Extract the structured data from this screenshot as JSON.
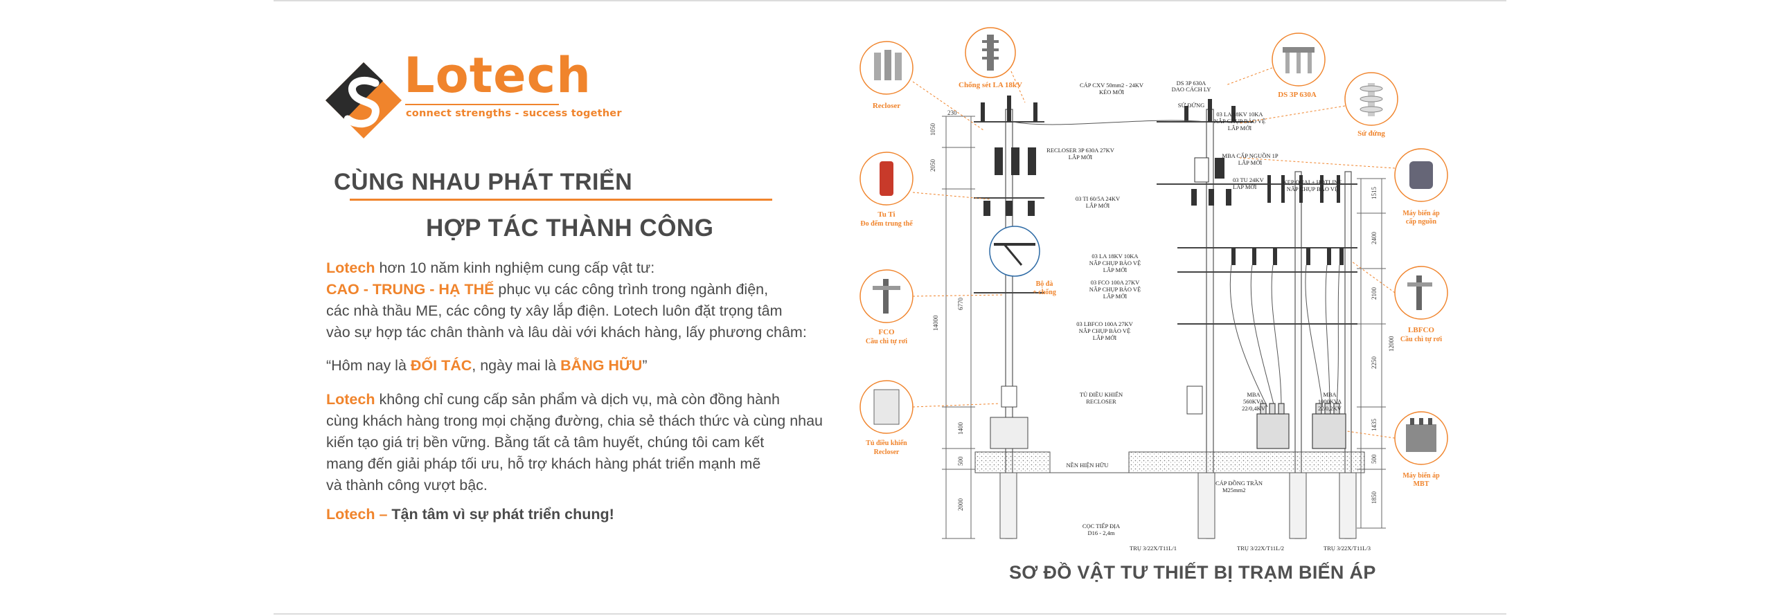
{
  "brand": {
    "name": "Lotech",
    "tagline": "connect strengths - success together",
    "colors": {
      "orange": "#f0842c",
      "dark": "#2b2b2b",
      "text": "#4a4a4a"
    }
  },
  "headings": {
    "line1": "CÙNG NHAU PHÁT TRIỂN",
    "line2": "HỢP TÁC THÀNH CÔNG"
  },
  "intro": {
    "brand": "Lotech",
    "line1_rest": " hơn 10 năm kinh nghiệm cung cấp vật tư:",
    "highlight": "CAO - TRUNG - HẠ THẾ",
    "line2_rest": " phục vụ các công trình trong ngành điện,",
    "line3": "các nhà thầu ME, các công ty xây lắp điện. Lotech luôn đặt trọng tâm",
    "line4": "vào sự hợp tác chân thành và lâu dài với khách hàng, lấy phương châm:"
  },
  "motto": {
    "part1": "“Hôm nay là ",
    "word1": "ĐỐI TÁC",
    "part2": ", ngày mai là ",
    "word2": "BẰNG HỮU",
    "part3": "”"
  },
  "para2": {
    "brand": "Lotech",
    "line1_rest": " không chỉ cung cấp sản phẩm và dịch vụ, mà còn đồng hành",
    "line2": "cùng khách hàng trong mọi chặng đường, chia sẻ thách thức và cùng nhau",
    "line3": "kiến tạo giá trị bền vững. Bằng tất cả tâm huyết, chúng tôi cam kết",
    "line4": "mang đến giải pháp tối ưu, hỗ trợ khách hàng phát triển mạnh mẽ",
    "line5": "và thành công vượt bậc."
  },
  "slogan": {
    "brand": "Lotech –",
    "rest": " Tận tâm vì sự phát triển chung!"
  },
  "diagram": {
    "title": "SƠ ĐỒ VẬT TƯ THIẾT BỊ TRẠM BIẾN ÁP",
    "callouts_left": [
      {
        "label1": "Recloser",
        "label2": ""
      },
      {
        "label1": "Chống sét LA 18kV",
        "label2": ""
      },
      {
        "label1": "Tu Ti",
        "label2": "Đo đếm trung thế"
      },
      {
        "label1": "Bộ đà",
        "label2": "+ chống"
      },
      {
        "label1": "FCO",
        "label2": "Cầu chì tự rơi"
      },
      {
        "label1": "Tủ điều khiển",
        "label2": "Recloser"
      }
    ],
    "callouts_right": [
      {
        "label1": "DS 3P 630A",
        "label2": ""
      },
      {
        "label1": "Sứ đứng",
        "label2": ""
      },
      {
        "label1": "Máy biến áp",
        "label2": "cấp nguồn"
      },
      {
        "label1": "LBFCO",
        "label2": "Cầu chì tự rơi"
      },
      {
        "label1": "Máy biến áp",
        "label2": "MBT"
      }
    ],
    "notes": [
      "CÁP CXV 50mm2 - 24KV",
      "KÉO MỚI",
      "DS 3P 630A",
      "DAO CÁCH LY",
      "SỨ ĐỨNG",
      "03 LA 18KV 10KA",
      "NẮP CHỤP BẢO VỆ",
      "LẮP MỚI",
      "RECLOSER 3P 630A 27KV",
      "LẮP MỚI",
      "MBA CẤP NGUỒN 1P",
      "LẮP MỚI",
      "03 TU 24KV",
      "LẮP MỚI",
      "KẸP QUAI + HOTLINE",
      "NẮP CHỤP BẢO VỆ",
      "03 TI 60/5A 24KV",
      "LẮP MỚI",
      "03 LA 18KV 10KA",
      "NẮP CHỤP BẢO VỆ",
      "LẮP MỚI",
      "03 FCO 100A 27KV",
      "NẮP CHỤP BẢO VỆ",
      "LẮP MỚI",
      "03 LBFCO 100A 27KV",
      "NẮP CHỤP BẢO VỆ",
      "LẮP MỚI",
      "TỦ ĐIỀU KHIỂN",
      "RECLOSER",
      "MBA",
      "560KVA",
      "22/0,4KV",
      "MBA",
      "1000KVA",
      "22/0,2KV",
      "NỀN HIỆN HỮU",
      "CÁP ĐỒNG TRẦN",
      "M25mm2",
      "CỌC TIẾP ĐỊA",
      "D16 - 2,4m",
      "TRỤ 3/22X/T11L/1",
      "TRỤ 3/22X/T11L/2",
      "TRỤ 3/22X/T11L/3"
    ],
    "dims_left": [
      "230",
      "1050",
      "2050",
      "6770",
      "14000",
      "1400",
      "500",
      "2000"
    ],
    "dims_right": [
      "1515",
      "2400",
      "2100",
      "12000",
      "2250",
      "1435",
      "500",
      "1850"
    ]
  }
}
